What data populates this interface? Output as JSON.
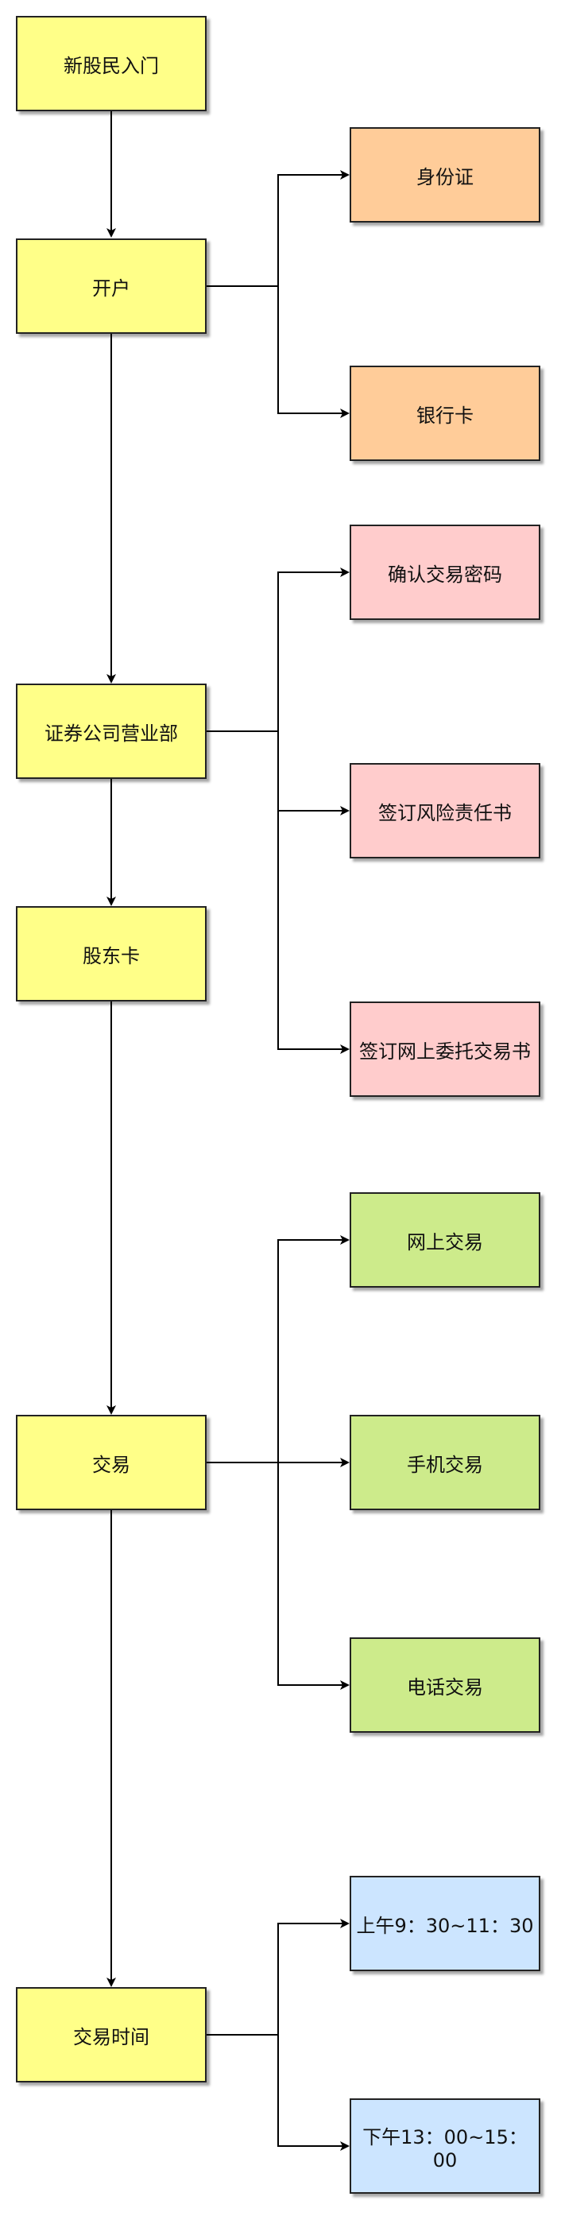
{
  "main_steps": [
    {
      "id": "new",
      "label": "新股民入门"
    },
    {
      "id": "open",
      "label": "开户"
    },
    {
      "id": "broker",
      "label": "证券公司营业部"
    },
    {
      "id": "card",
      "label": "股东卡"
    },
    {
      "id": "trade",
      "label": "交易"
    },
    {
      "id": "time",
      "label": "交易时间"
    }
  ],
  "branches": {
    "open": [
      {
        "label": "身份证",
        "color": "#ffcc99"
      },
      {
        "label": "银行卡",
        "color": "#ffcc99"
      }
    ],
    "broker": [
      {
        "label": "确认交易密码",
        "color": "#ffcccc"
      },
      {
        "label": "签订风险责任书",
        "color": "#ffcccc"
      },
      {
        "label": "签订网上委托交易书",
        "color": "#ffcccc"
      }
    ],
    "trade": [
      {
        "label": "网上交易",
        "color": "#cdeb8b"
      },
      {
        "label": "手机交易",
        "color": "#cdeb8b"
      },
      {
        "label": "电话交易",
        "color": "#cdeb8b"
      }
    ],
    "time": [
      {
        "label": "上午9：30~11：30",
        "color": "#cce5ff"
      },
      {
        "label": "下午13：00~15：00",
        "color": "#cce5ff"
      }
    ]
  },
  "colors": {
    "main_fill": "#ffff88",
    "border": "#222222",
    "connector": "#000000"
  }
}
